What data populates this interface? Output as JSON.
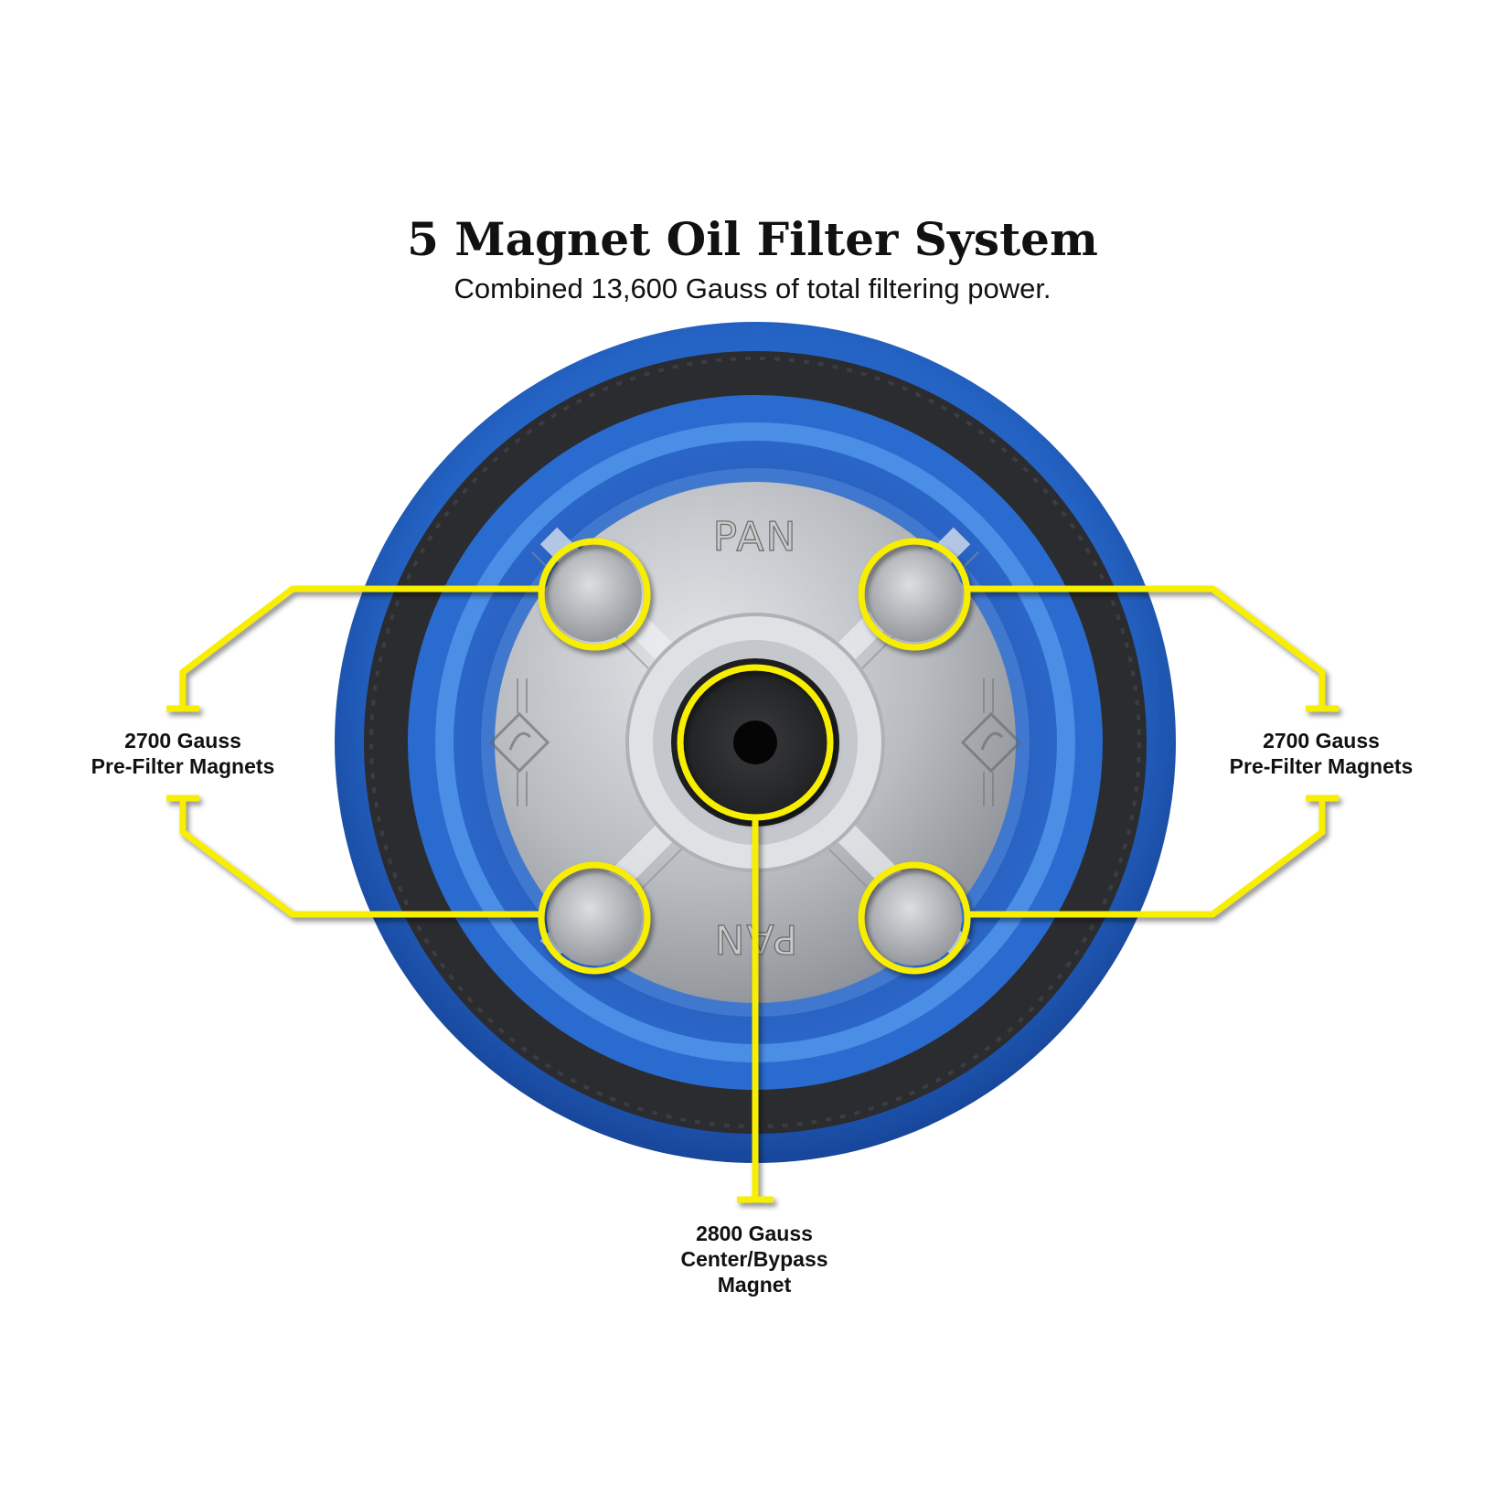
{
  "title": "5 Magnet Oil Filter System",
  "subtitle": "Combined 13,600 Gauss of total filtering power.",
  "callouts": {
    "left": {
      "line1": "2700 Gauss",
      "line2": "Pre-Filter Magnets"
    },
    "right": {
      "line1": "2700 Gauss",
      "line2": "Pre-Filter Magnets"
    },
    "bottom": {
      "line1": "2800 Gauss",
      "line2": "Center/Bypass",
      "line3": "Magnet"
    }
  },
  "plate_marking": "PAN",
  "colors": {
    "callout_yellow": "#f7ee00",
    "filter_blue": "#2266c4",
    "gasket_black": "#2a2c30",
    "plate_silver": "#b9bcc0"
  }
}
